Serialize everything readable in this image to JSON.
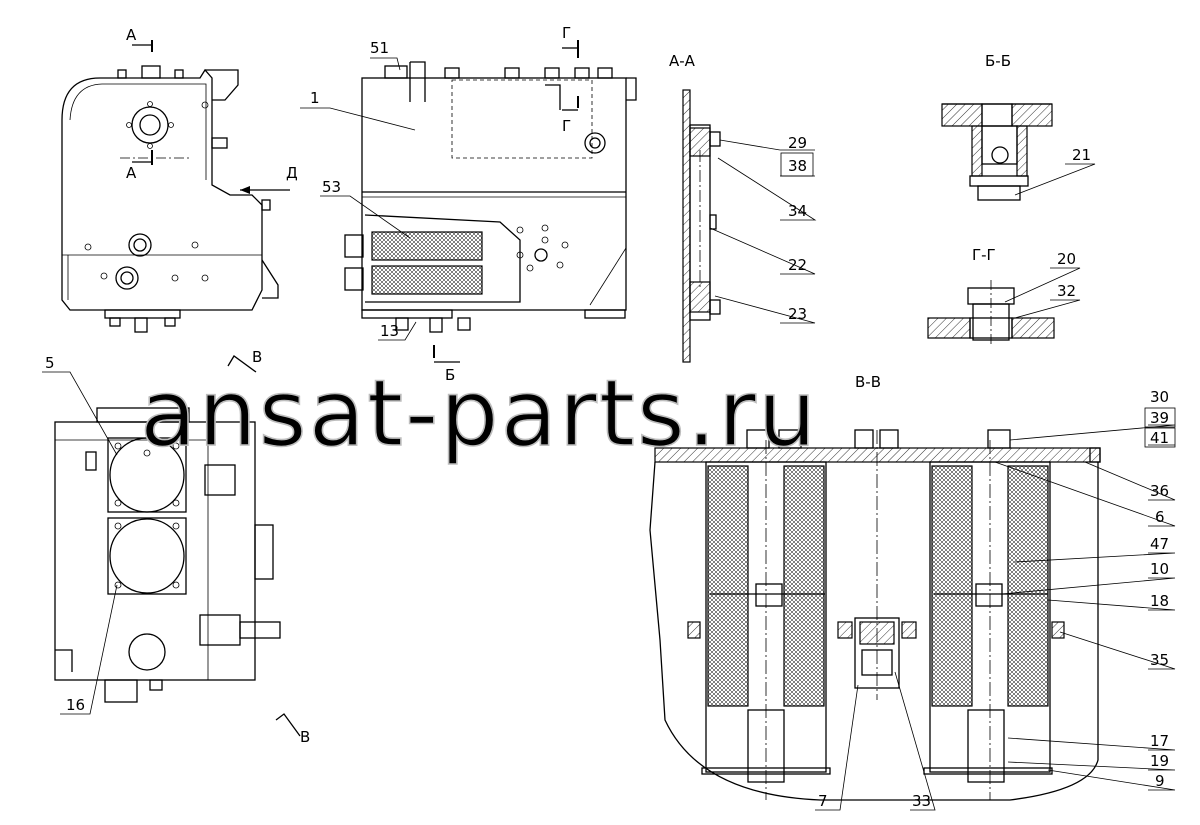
{
  "section_titles": {
    "a_a": "А-А",
    "b_b": "Б-Б",
    "g_g": "Г-Г",
    "v_v": "В-В"
  },
  "cut_marks": {
    "a_top": "А",
    "a_bottom": "А",
    "g_top": "Г",
    "g_mid": "Г",
    "d": "Д",
    "b": "Б",
    "v_top": "В",
    "v_bottom": "В"
  },
  "callouts": {
    "c1": "1",
    "c51": "51",
    "c53": "53",
    "c13": "13",
    "c29": "29",
    "c38": "38",
    "c34": "34",
    "c22": "22",
    "c23": "23",
    "c21": "21",
    "c20": "20",
    "c32": "32",
    "c5": "5",
    "c16": "16",
    "c30": "30",
    "c39": "39",
    "c41": "41",
    "c36": "36",
    "c6": "6",
    "c47": "47",
    "c10": "10",
    "c18": "18",
    "c35": "35",
    "c17": "17",
    "c19": "19",
    "c9": "9",
    "c7": "7",
    "c33": "33"
  },
  "watermark": "ansat-parts.ru"
}
